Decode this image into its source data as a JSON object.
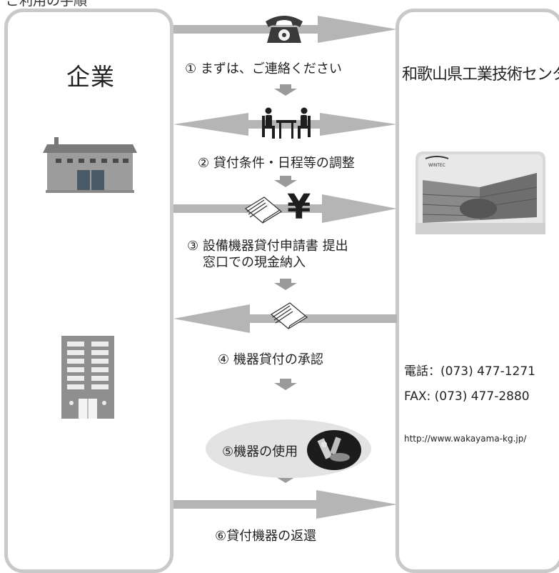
{
  "header": {
    "title": "ご利用の手順"
  },
  "company": {
    "label": "企業"
  },
  "center": {
    "name": "和歌山県工業技術センター",
    "logo_text": "WINTEC"
  },
  "steps": [
    "① まずは、ご連絡ください",
    "② 貸付条件・日程等の調整",
    "③ 設備機器貸付申請書 提出",
    "窓口での現金納入",
    "④ 機器貸付の承認",
    "⑤機器の使用",
    "⑥貸付機器の返還"
  ],
  "contact": {
    "phone": "電話：(073) 477-1271",
    "fax": "FAX: (073) 477-2880",
    "url": "http://www.wakayama-kg.jp/"
  },
  "symbols": {
    "yen": "¥"
  },
  "colors": {
    "panel_border": "#c9c9c9",
    "arrow": "#b5b5b5",
    "ellipse": "#e3e3e3",
    "down_arrow": "#9a9a9a"
  }
}
